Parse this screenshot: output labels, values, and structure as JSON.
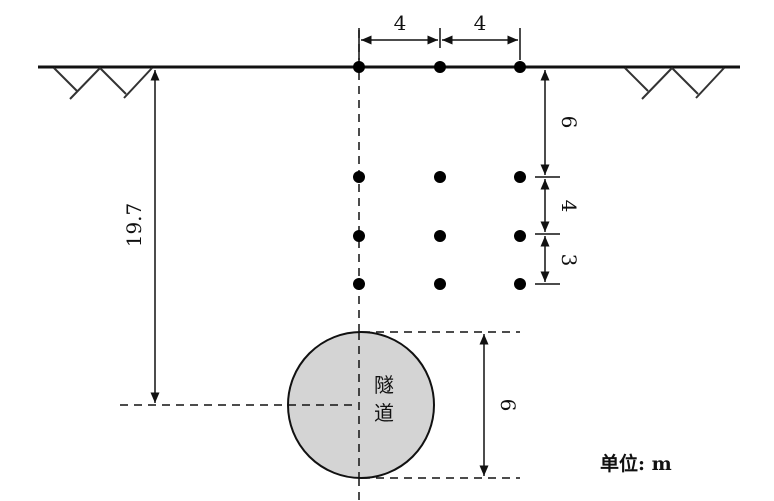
{
  "dimensions": {
    "top_spacing_1": "4",
    "top_spacing_2": "4",
    "depth_first_row": "6",
    "row_spacing_1": "4",
    "row_spacing_2": "3",
    "tunnel_depth": "19.7",
    "tunnel_diameter": "6"
  },
  "tunnel_label": [
    "隧",
    "道"
  ],
  "unit_label": "单位: m",
  "colors": {
    "tunnel_fill": "#d4d4d4",
    "line": "#111111"
  }
}
